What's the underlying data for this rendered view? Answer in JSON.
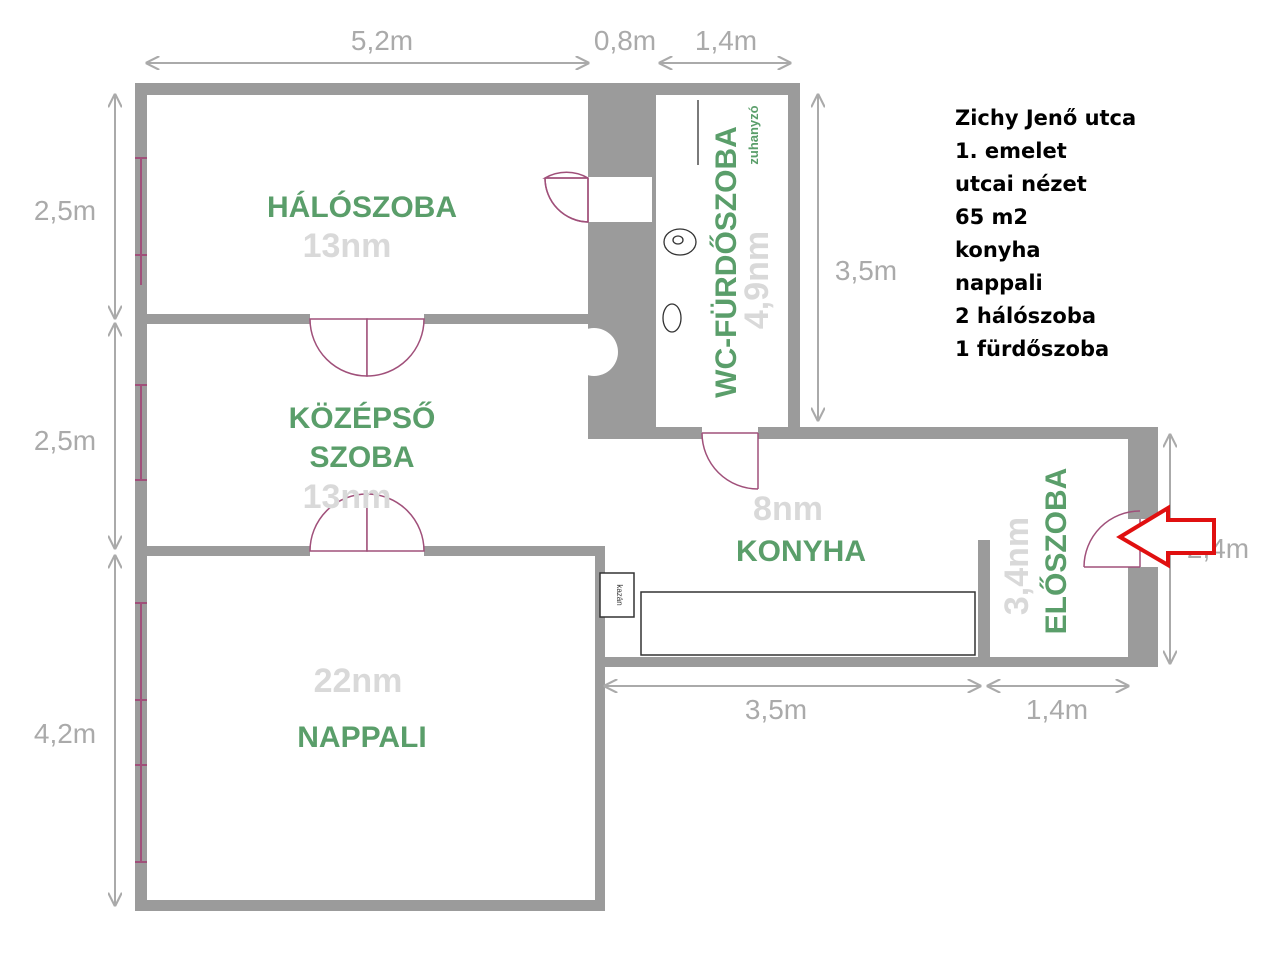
{
  "dimensions": {
    "top_bedroom_width": "5,2m",
    "top_gap": "0,8m",
    "top_bath_width": "1,4m",
    "left_bedroom_height": "2,5m",
    "left_middle_height": "2,5m",
    "left_living_height": "4,2m",
    "bath_height": "3,5m",
    "hall_height": "2,4m",
    "bottom_kitchen_width": "3,5m",
    "bottom_hall_width": "1,4m"
  },
  "rooms": {
    "bedroom": {
      "name": "HÁLÓSZOBA",
      "area": "13nm"
    },
    "middle": {
      "name_line1": "KÖZÉPSŐ",
      "name_line2": "SZOBA",
      "area": "13nm"
    },
    "living": {
      "name": "NAPPALI",
      "area": "22nm"
    },
    "bath": {
      "name": "WC-FÜRDŐSZOBA",
      "area": "4,9nm",
      "shower": "zuhanyzó"
    },
    "kitchen": {
      "name": "KONYHA",
      "area": "8nm",
      "boiler": "kazán"
    },
    "hall": {
      "name": "ELŐSZOBA",
      "area": "3,4nm"
    }
  },
  "info_lines": [
    "Zichy Jenő utca",
    "1. emelet",
    "utcai nézet",
    "65 m2",
    "konyha",
    "nappali",
    "2 hálószoba",
    "1 fürdőszoba"
  ],
  "colors": {
    "wall": "#9b9b9b",
    "room_label": "#5a9e6a",
    "area_label": "#d9d9d9",
    "dimension": "#aaaaaa",
    "door": "#a0507a",
    "entrance_arrow": "#e01010"
  }
}
